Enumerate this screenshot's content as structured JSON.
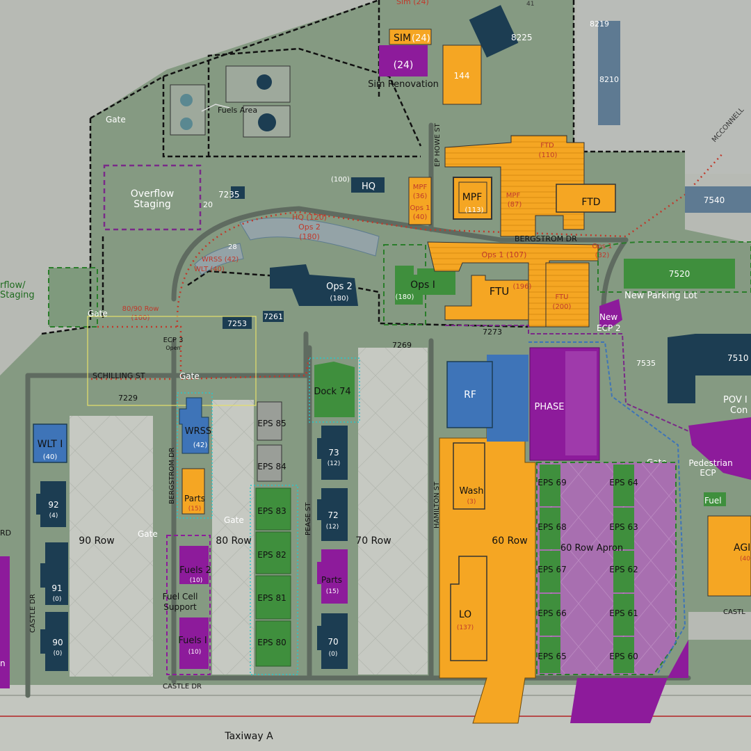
{
  "map": {
    "roads": {
      "bergstrom_dr_north": "BERGSTROM DR",
      "bergstrom_dr_west": "BERGSTROM DR",
      "schilling_st": "SCHILLING ST",
      "ep_howe_st": "EP HOWE ST",
      "pease_st": "PEASE ST",
      "hamilton_st": "HAMILTON ST",
      "castle_dr_west": "CASTLE DR",
      "castle_dr_south": "CASTLE DR",
      "castle_dr_east": "CASTL",
      "mcconnell": "MCCONNELL",
      "taxiway_a": "Taxiway A",
      "rd_edge": "RD"
    },
    "areas": {
      "fuels_area": "Fuels Area",
      "overflow_staging_1": "Overflow",
      "overflow_staging_2": "Staging",
      "overflow_staging_west_1": "rflow/",
      "overflow_staging_west_2": "Staging",
      "row_90": "90 Row",
      "row_80": "80 Row",
      "row_70": "70 Row",
      "row_60": "60 Row",
      "apron_60": "60 Row Apron",
      "new_parking_lot": "New Parking Lot",
      "new_ecp2_1": "New",
      "new_ecp2_2": "ECP 2",
      "ecp3": "ECP 3",
      "ecp3_open": "Open",
      "pedestrian_ecp_1": "Pedestrian",
      "pedestrian_ecp_2": "ECP",
      "pov_1": "POV I",
      "pov_2": "Con",
      "sim_renovation": "Sim Renovation",
      "fuel_cell_support_1": "Fuel Cell",
      "fuel_cell_support_2": "Support",
      "edge_label": "n",
      "sim_top": "Sim (24)",
      "top_41": "41"
    },
    "gates": [
      {
        "id": "gate-north",
        "label": "Gate"
      },
      {
        "id": "gate-west",
        "label": "Gate"
      },
      {
        "id": "gate-schilling",
        "label": "Gate"
      },
      {
        "id": "gate-90row",
        "label": "Gate"
      },
      {
        "id": "gate-80row",
        "label": "Gate"
      },
      {
        "id": "gate-east",
        "label": "Gate"
      }
    ],
    "buildings": {
      "b8225": "8225",
      "b8219": "8219",
      "b8210": "8210",
      "b7540": "7540",
      "b7520": "7520",
      "b7510": "7510",
      "b7535": "7535",
      "b7235": "7235",
      "b7253": "7253",
      "b7261": "7261",
      "b7269": "7269",
      "b7273": "7273",
      "b7229": "7229",
      "b28": "28",
      "b20": "20",
      "hq_cap": "(100)",
      "hq": "HQ",
      "ops2": "Ops 2",
      "ops2_cap": "(180)",
      "ops1": "Ops I",
      "ops1_cap": "(180)",
      "sim": "SIM",
      "sim_cap": "(24)",
      "sim_new_cap": "(24)",
      "b144": "144",
      "mpf_new": "MPF",
      "mpf_new_cap": "(113)",
      "mpf_small": "MPF",
      "mpf_small_cap": "(36)",
      "ops1_small": "Ops 1",
      "ops1_small_cap": "(40)",
      "mpf_lot": "MPF",
      "mpf_lot_cap": "(87)",
      "ftd_lot": "FTD",
      "ftd_lot_cap": "(110)",
      "ftd": "FTD",
      "ftu": "FTU",
      "ftu_cap": "(196)",
      "ftu_lot": "FTU",
      "ftu_lot_cap": "(200)",
      "rf": "RF",
      "phase": "PHASE",
      "wash": "Wash",
      "wash_cap": "(3)",
      "lo": "LO",
      "lo_cap": "(137)",
      "dock74": "Dock 74",
      "wrss": "WRSS",
      "wrss_cap": "(42)",
      "wlt1": "WLT I",
      "wlt1_cap": "(40)",
      "parts_orange": "Parts",
      "parts_orange_cap": "(15)",
      "parts_purple": "Parts",
      "parts_purple_cap": "(15)",
      "fuels2": "Fuels 2",
      "fuels2_cap": "(10)",
      "fuels1": "Fuels I",
      "fuels1_cap": "(10)",
      "fuel": "Fuel",
      "agi": "AGI",
      "agi_cap": "(40",
      "b73": "73",
      "b73_cap": "(12)",
      "b72": "72",
      "b72_cap": "(12)",
      "b70": "70",
      "b70_cap": "(0)",
      "b92": "92",
      "b92_cap": "(4)",
      "b91": "91",
      "b91_cap": "(0)",
      "b90": "90",
      "b90_cap": "(0)"
    },
    "eps": [
      "EPS 85",
      "EPS 84",
      "EPS 83",
      "EPS 82",
      "EPS 81",
      "EPS 80",
      "EPS 69",
      "EPS 64",
      "EPS 68",
      "EPS 63",
      "EPS 67",
      "EPS 62",
      "EPS 66",
      "EPS 61",
      "EPS 65",
      "EPS 60"
    ],
    "parking": {
      "hq_lot_1": "HQ (120)",
      "hq_lot_2": "Ops 2",
      "hq_lot_3": "(180)",
      "wrss_lot": "WRSS (42)",
      "wlt_lot": "WLT (40)",
      "row8090_1": "80/90 Row",
      "row8090_2": "(100)",
      "ops1_lot": "Ops 1 (107)",
      "ops1_east_1": "Ops 1",
      "ops1_east_2": "(32)"
    },
    "colors": {
      "grass": "#859a82",
      "apron": "#c4c7c0",
      "building_navy": "#1c3d52",
      "building_blue": "#3e74b8",
      "orange": "#f5a623",
      "purple": "#8d1b9b",
      "green": "#3f8f3d",
      "fence": "#111111",
      "parking_red": "#c0392b"
    }
  }
}
